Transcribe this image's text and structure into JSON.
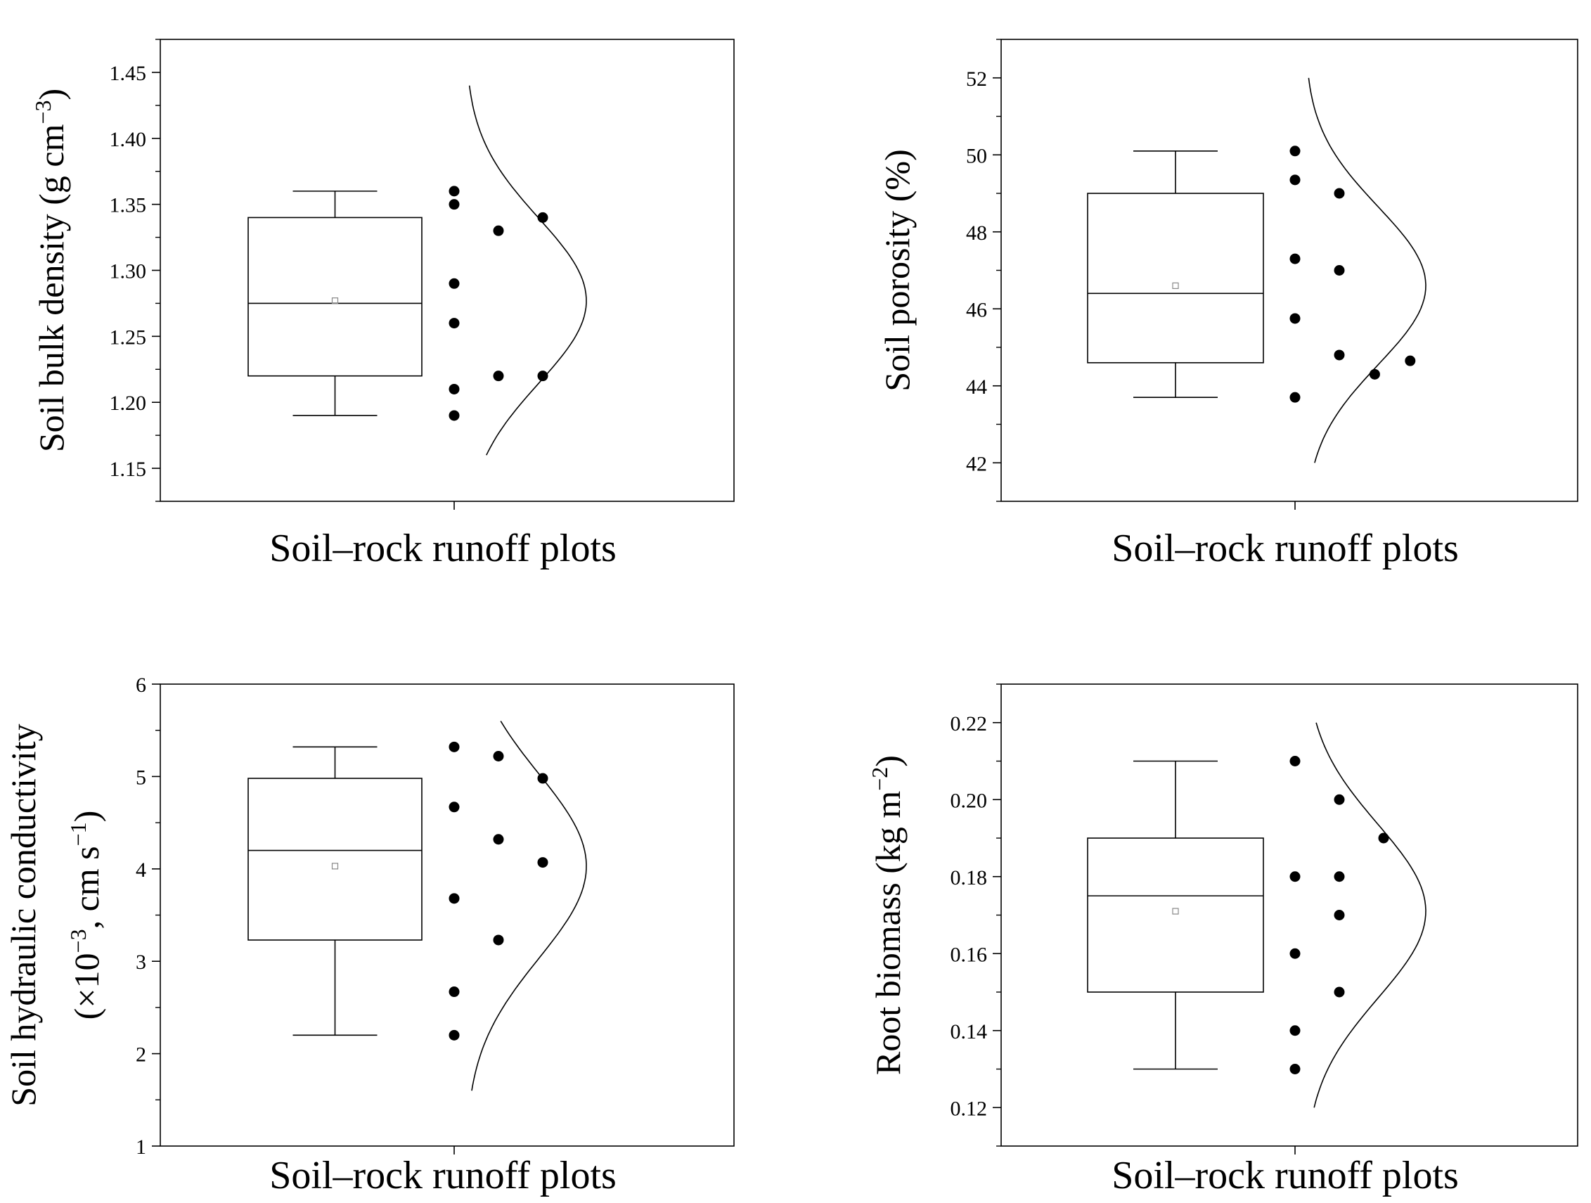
{
  "chart_data": [
    {
      "type": "box",
      "xlabel": "Soil–rock runoff plots",
      "ylabel": "Soil bulk density (g cm",
      "ylabel_sup": "−3",
      "ylabel_tail": ")",
      "ylim": [
        1.125,
        1.475
      ],
      "yticks": [
        1.15,
        1.2,
        1.25,
        1.3,
        1.35,
        1.4,
        1.45
      ],
      "tick_labels": [
        "1.15",
        "1.20",
        "1.25",
        "1.30",
        "1.35",
        "1.40",
        "1.45"
      ],
      "box": {
        "whisker_low": 1.19,
        "q1": 1.22,
        "median": 1.275,
        "q3": 1.34,
        "whisker_high": 1.36,
        "mean": 1.277
      },
      "points": [
        {
          "y": 1.36,
          "col": 0
        },
        {
          "y": 1.35,
          "col": 0
        },
        {
          "y": 1.29,
          "col": 0
        },
        {
          "y": 1.26,
          "col": 0
        },
        {
          "y": 1.21,
          "col": 0
        },
        {
          "y": 1.19,
          "col": 0
        },
        {
          "y": 1.33,
          "col": 1
        },
        {
          "y": 1.22,
          "col": 1
        },
        {
          "y": 1.34,
          "col": 2
        },
        {
          "y": 1.22,
          "col": 2
        }
      ],
      "normal_curve": {
        "mean": 1.277,
        "sd": 0.0625,
        "range": [
          1.16,
          1.44
        ]
      }
    },
    {
      "type": "box",
      "xlabel": "Soil–rock runoff plots",
      "ylabel": "Soil porosity (%)",
      "ylabel_sup": "",
      "ylabel_tail": "",
      "ylim": [
        41,
        53
      ],
      "yticks": [
        42,
        44,
        46,
        48,
        50,
        52
      ],
      "tick_labels": [
        "42",
        "44",
        "46",
        "48",
        "50",
        "52"
      ],
      "box": {
        "whisker_low": 43.7,
        "q1": 44.6,
        "median": 46.4,
        "q3": 49.0,
        "whisker_high": 50.1,
        "mean": 46.6
      },
      "points": [
        {
          "y": 50.1,
          "col": 0
        },
        {
          "y": 49.35,
          "col": 0
        },
        {
          "y": 47.3,
          "col": 0
        },
        {
          "y": 45.75,
          "col": 0
        },
        {
          "y": 43.7,
          "col": 0
        },
        {
          "y": 49.0,
          "col": 1
        },
        {
          "y": 47.0,
          "col": 1
        },
        {
          "y": 44.8,
          "col": 1
        },
        {
          "y": 44.3,
          "col": 1.8
        },
        {
          "y": 44.65,
          "col": 2.6
        }
      ],
      "normal_curve": {
        "mean": 46.6,
        "sd": 2.05,
        "range": [
          42,
          52
        ]
      }
    },
    {
      "type": "box",
      "xlabel": "Soil–rock runoff plots",
      "ylabel": "Soil hydraulic conductivity",
      "ylabel2": "(×10",
      "ylabel2_sup": "−3",
      "ylabel2_mid": ",  cm s",
      "ylabel2_sup2": "−1",
      "ylabel2_tail": ")",
      "ylim": [
        1,
        6
      ],
      "yticks": [
        1,
        2,
        3,
        4,
        5,
        6
      ],
      "tick_labels": [
        "1",
        "2",
        "3",
        "4",
        "5",
        "6"
      ],
      "box": {
        "whisker_low": 2.2,
        "q1": 3.23,
        "median": 4.2,
        "q3": 4.98,
        "whisker_high": 5.32,
        "mean": 4.03
      },
      "points": [
        {
          "y": 5.32,
          "col": 0
        },
        {
          "y": 4.67,
          "col": 0
        },
        {
          "y": 3.68,
          "col": 0
        },
        {
          "y": 2.67,
          "col": 0
        },
        {
          "y": 2.2,
          "col": 0
        },
        {
          "y": 5.22,
          "col": 1
        },
        {
          "y": 4.32,
          "col": 1
        },
        {
          "y": 3.23,
          "col": 1
        },
        {
          "y": 4.98,
          "col": 2
        },
        {
          "y": 4.07,
          "col": 2
        }
      ],
      "normal_curve": {
        "mean": 4.03,
        "sd": 1.0,
        "range": [
          1.6,
          5.6
        ]
      }
    },
    {
      "type": "box",
      "xlabel": "Soil–rock runoff plots",
      "ylabel": "Root biomass (kg m",
      "ylabel_sup": "−2",
      "ylabel_tail": ")",
      "ylim": [
        0.11,
        0.23
      ],
      "yticks": [
        0.12,
        0.14,
        0.16,
        0.18,
        0.2,
        0.22
      ],
      "tick_labels": [
        "0.12",
        "0.14",
        "0.16",
        "0.18",
        "0.20",
        "0.22"
      ],
      "box": {
        "whisker_low": 0.13,
        "q1": 0.15,
        "median": 0.175,
        "q3": 0.19,
        "whisker_high": 0.21,
        "mean": 0.171
      },
      "points": [
        {
          "y": 0.21,
          "col": 0
        },
        {
          "y": 0.18,
          "col": 0
        },
        {
          "y": 0.16,
          "col": 0
        },
        {
          "y": 0.14,
          "col": 0
        },
        {
          "y": 0.13,
          "col": 0
        },
        {
          "y": 0.2,
          "col": 1
        },
        {
          "y": 0.18,
          "col": 1
        },
        {
          "y": 0.17,
          "col": 1
        },
        {
          "y": 0.15,
          "col": 1
        },
        {
          "y": 0.19,
          "col": 2
        }
      ],
      "normal_curve": {
        "mean": 0.171,
        "sd": 0.0225,
        "range": [
          0.12,
          0.22
        ]
      }
    }
  ]
}
